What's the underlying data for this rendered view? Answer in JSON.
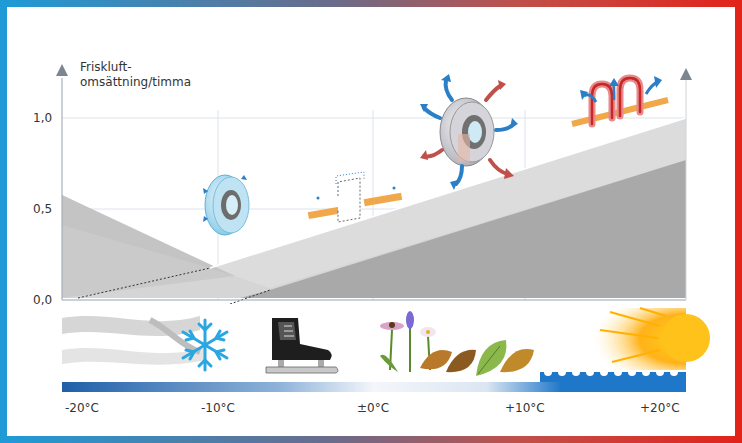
{
  "diagram": {
    "labels": [
      "Friskluft- omsättning/timma",
      "1,0",
      "0,5",
      "0,0",
      "-20°C",
      "-10°C",
      "±0°C",
      "+10°C",
      "+20°C"
    ]
  }
}
